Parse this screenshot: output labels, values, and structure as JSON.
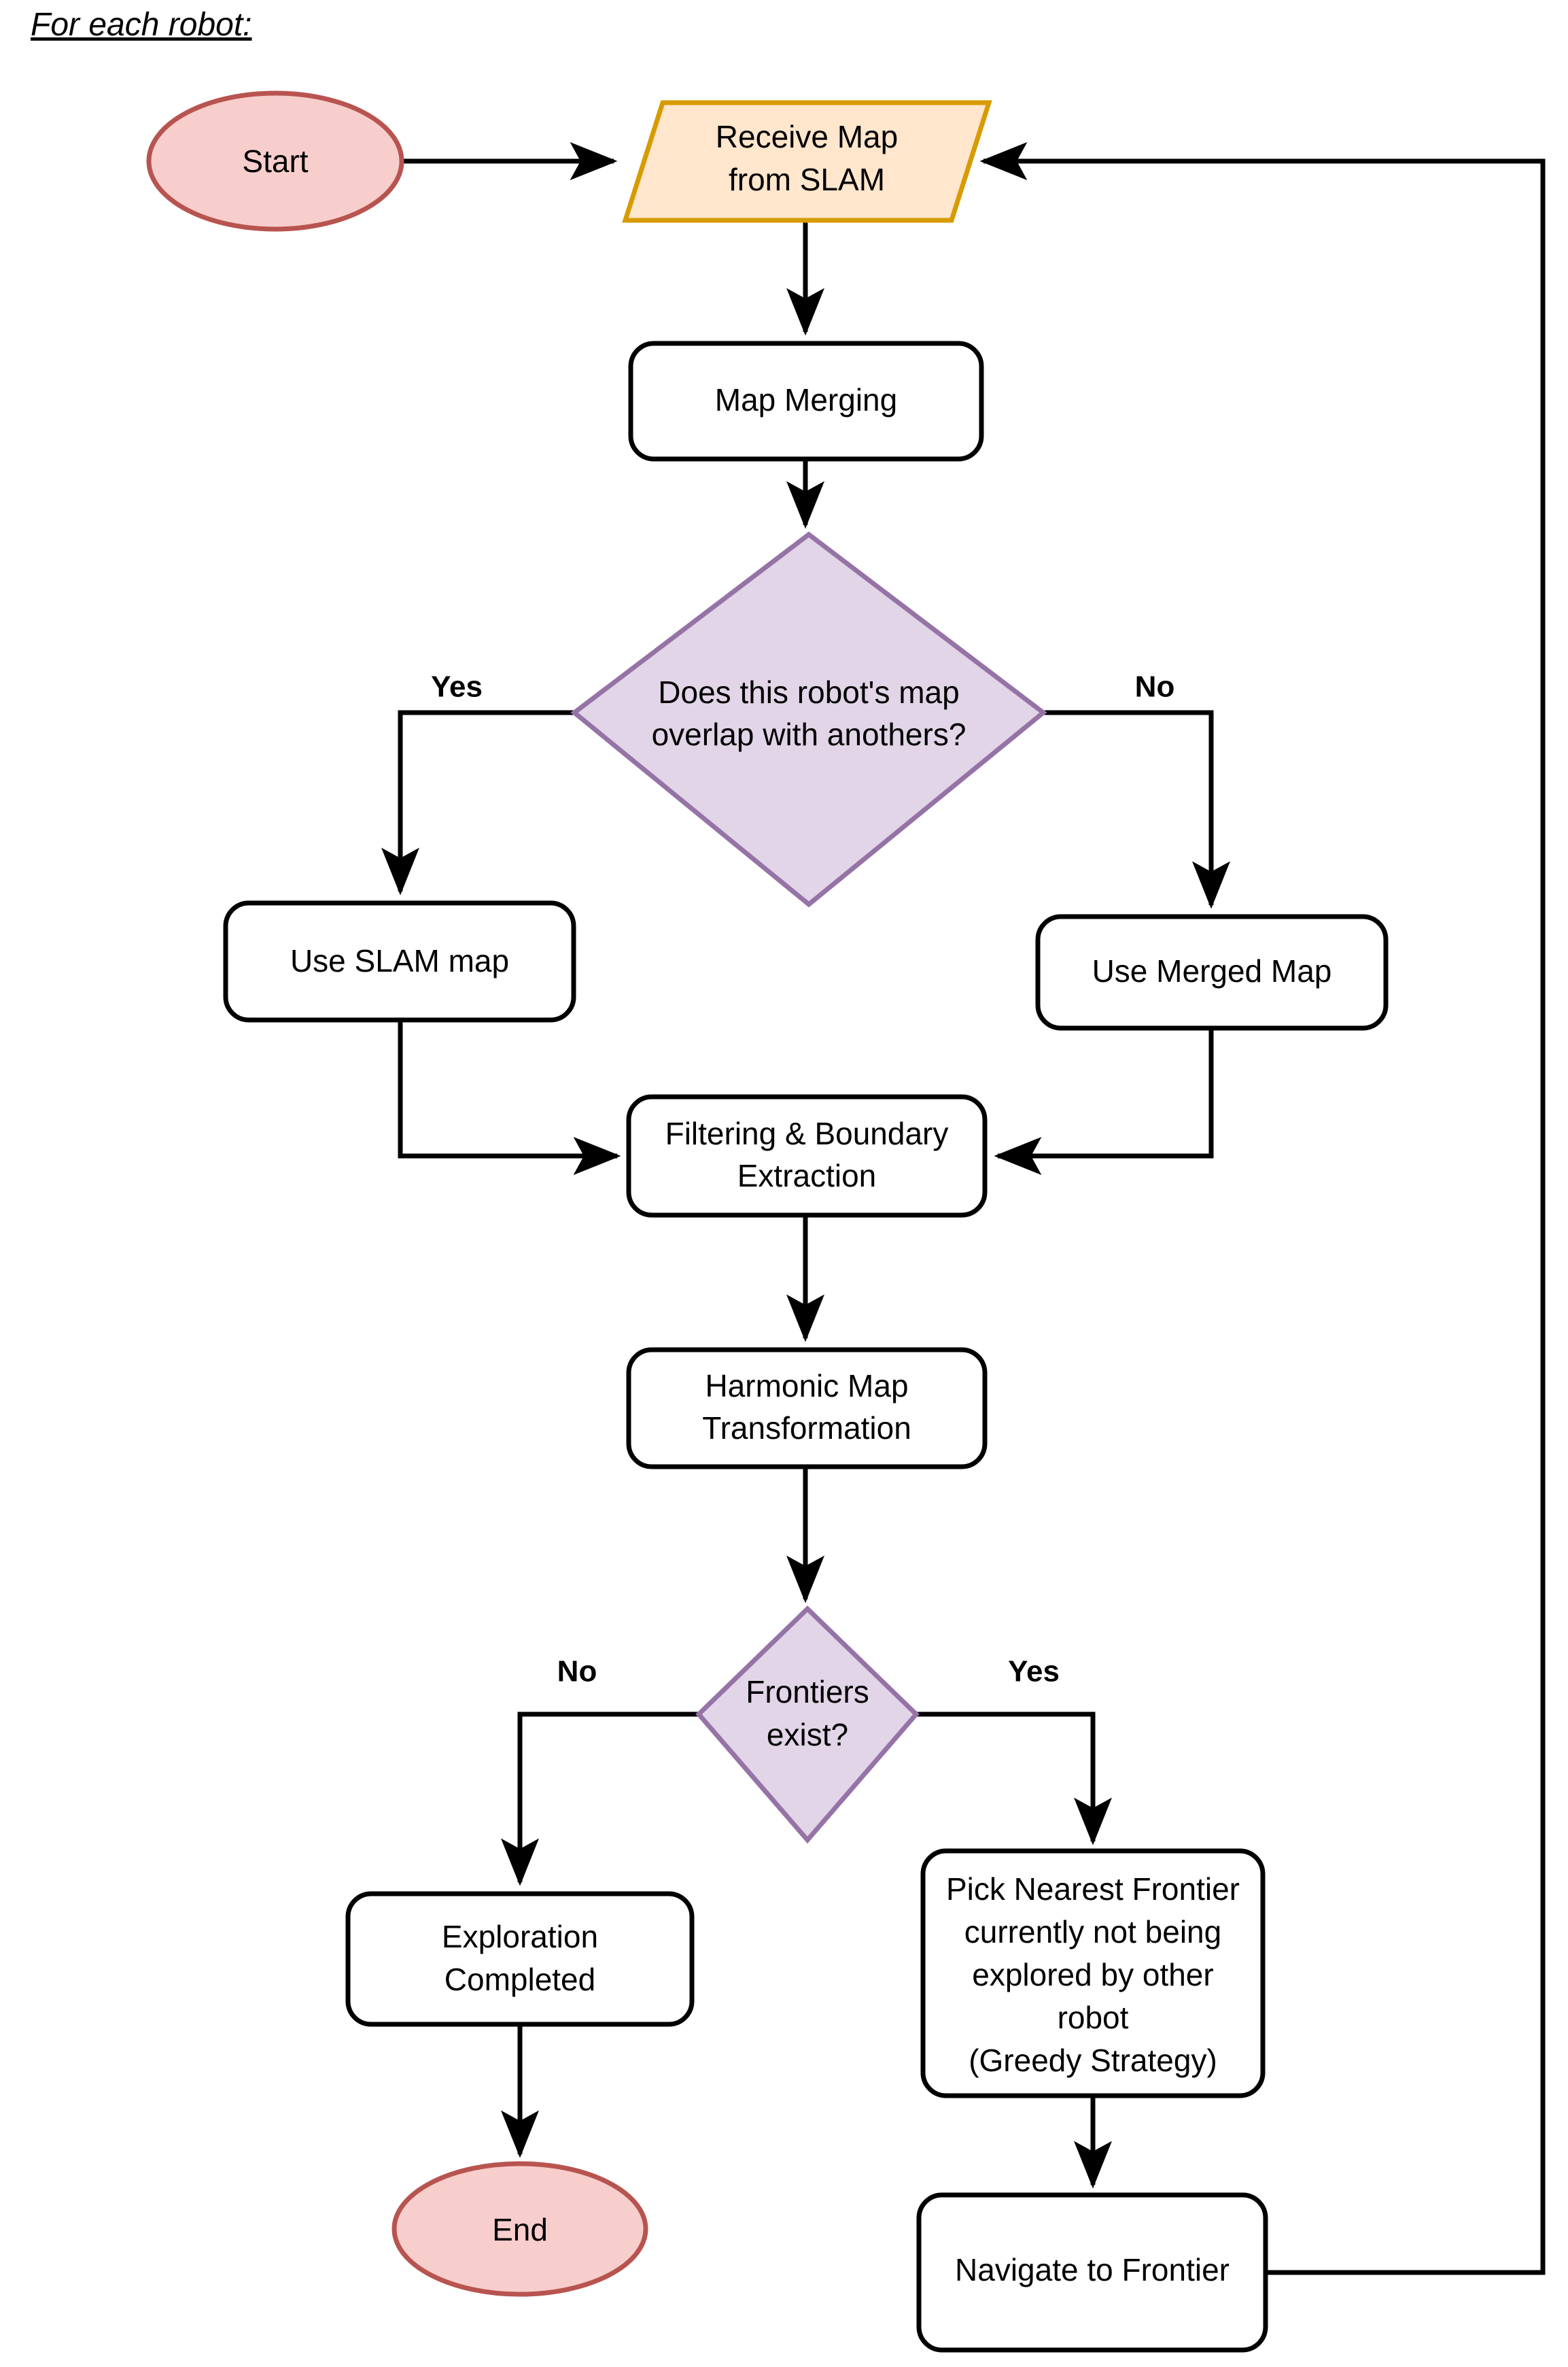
{
  "diagram": {
    "title": "For each robot:",
    "type": "flowchart",
    "orientation": "top-to-bottom",
    "palette": {
      "terminator_fill": "#f8cecc",
      "terminator_stroke": "#b85450",
      "io_fill": "#ffe6cc",
      "io_stroke": "#d79b00",
      "decision_fill": "#e1d5e7",
      "decision_stroke": "#9673a6",
      "process_fill": "#ffffff",
      "process_stroke": "#000000",
      "edge_stroke": "#000000",
      "background": "#ffffff"
    },
    "nodes": [
      {
        "id": "start",
        "shape": "ellipse",
        "lines": [
          "Start"
        ]
      },
      {
        "id": "receive_map",
        "shape": "parallelogram",
        "lines": [
          "Receive Map",
          "from SLAM"
        ]
      },
      {
        "id": "map_merging",
        "shape": "rounded-rect",
        "lines": [
          "Map Merging"
        ]
      },
      {
        "id": "overlap_q",
        "shape": "diamond",
        "lines": [
          "Does this robot's map",
          "overlap with anothers?"
        ]
      },
      {
        "id": "use_slam",
        "shape": "rounded-rect",
        "lines": [
          "Use SLAM map"
        ]
      },
      {
        "id": "use_merged",
        "shape": "rounded-rect",
        "lines": [
          "Use Merged Map"
        ]
      },
      {
        "id": "filtering",
        "shape": "rounded-rect",
        "lines": [
          "Filtering & Boundary",
          "Extraction"
        ]
      },
      {
        "id": "harmonic",
        "shape": "rounded-rect",
        "lines": [
          "Harmonic Map",
          "Transformation"
        ]
      },
      {
        "id": "frontiers_q",
        "shape": "diamond",
        "lines": [
          "Frontiers",
          "exist?"
        ]
      },
      {
        "id": "exploration",
        "shape": "rounded-rect",
        "lines": [
          "Exploration",
          "Completed"
        ]
      },
      {
        "id": "pick_frontier",
        "shape": "rounded-rect",
        "lines": [
          "Pick Nearest Frontier",
          "currently not being",
          "explored by other",
          "robot",
          "(Greedy Strategy)"
        ]
      },
      {
        "id": "end",
        "shape": "ellipse",
        "lines": [
          "End"
        ]
      },
      {
        "id": "navigate",
        "shape": "rounded-rect",
        "lines": [
          "Navigate to Frontier"
        ]
      }
    ],
    "edges": [
      {
        "from": "start",
        "to": "receive_map",
        "label": ""
      },
      {
        "from": "receive_map",
        "to": "map_merging",
        "label": ""
      },
      {
        "from": "map_merging",
        "to": "overlap_q",
        "label": ""
      },
      {
        "from": "overlap_q",
        "to": "use_slam",
        "label": "Yes"
      },
      {
        "from": "overlap_q",
        "to": "use_merged",
        "label": "No"
      },
      {
        "from": "use_slam",
        "to": "filtering",
        "label": ""
      },
      {
        "from": "use_merged",
        "to": "filtering",
        "label": ""
      },
      {
        "from": "filtering",
        "to": "harmonic",
        "label": ""
      },
      {
        "from": "harmonic",
        "to": "frontiers_q",
        "label": ""
      },
      {
        "from": "frontiers_q",
        "to": "exploration",
        "label": "No"
      },
      {
        "from": "frontiers_q",
        "to": "pick_frontier",
        "label": "Yes"
      },
      {
        "from": "exploration",
        "to": "end",
        "label": ""
      },
      {
        "from": "pick_frontier",
        "to": "navigate",
        "label": ""
      },
      {
        "from": "navigate",
        "to": "receive_map",
        "label": ""
      }
    ],
    "labels": {
      "start": "Start",
      "receive_map_l1": "Receive Map",
      "receive_map_l2": "from SLAM",
      "map_merging": "Map Merging",
      "overlap_q_l1": "Does this robot's map",
      "overlap_q_l2": "overlap with anothers?",
      "yes_1": "Yes",
      "no_1": "No",
      "use_slam": "Use SLAM map",
      "use_merged": "Use Merged Map",
      "filtering_l1": "Filtering & Boundary",
      "filtering_l2": "Extraction",
      "harmonic_l1": "Harmonic Map",
      "harmonic_l2": "Transformation",
      "frontiers_q_l1": "Frontiers",
      "frontiers_q_l2": "exist?",
      "no_2": "No",
      "yes_2": "Yes",
      "exploration_l1": "Exploration",
      "exploration_l2": "Completed",
      "pick_l1": "Pick Nearest Frontier",
      "pick_l2": "currently not being",
      "pick_l3": "explored by other",
      "pick_l4": "robot",
      "pick_l5": "(Greedy Strategy)",
      "end": "End",
      "navigate": "Navigate to Frontier"
    }
  }
}
